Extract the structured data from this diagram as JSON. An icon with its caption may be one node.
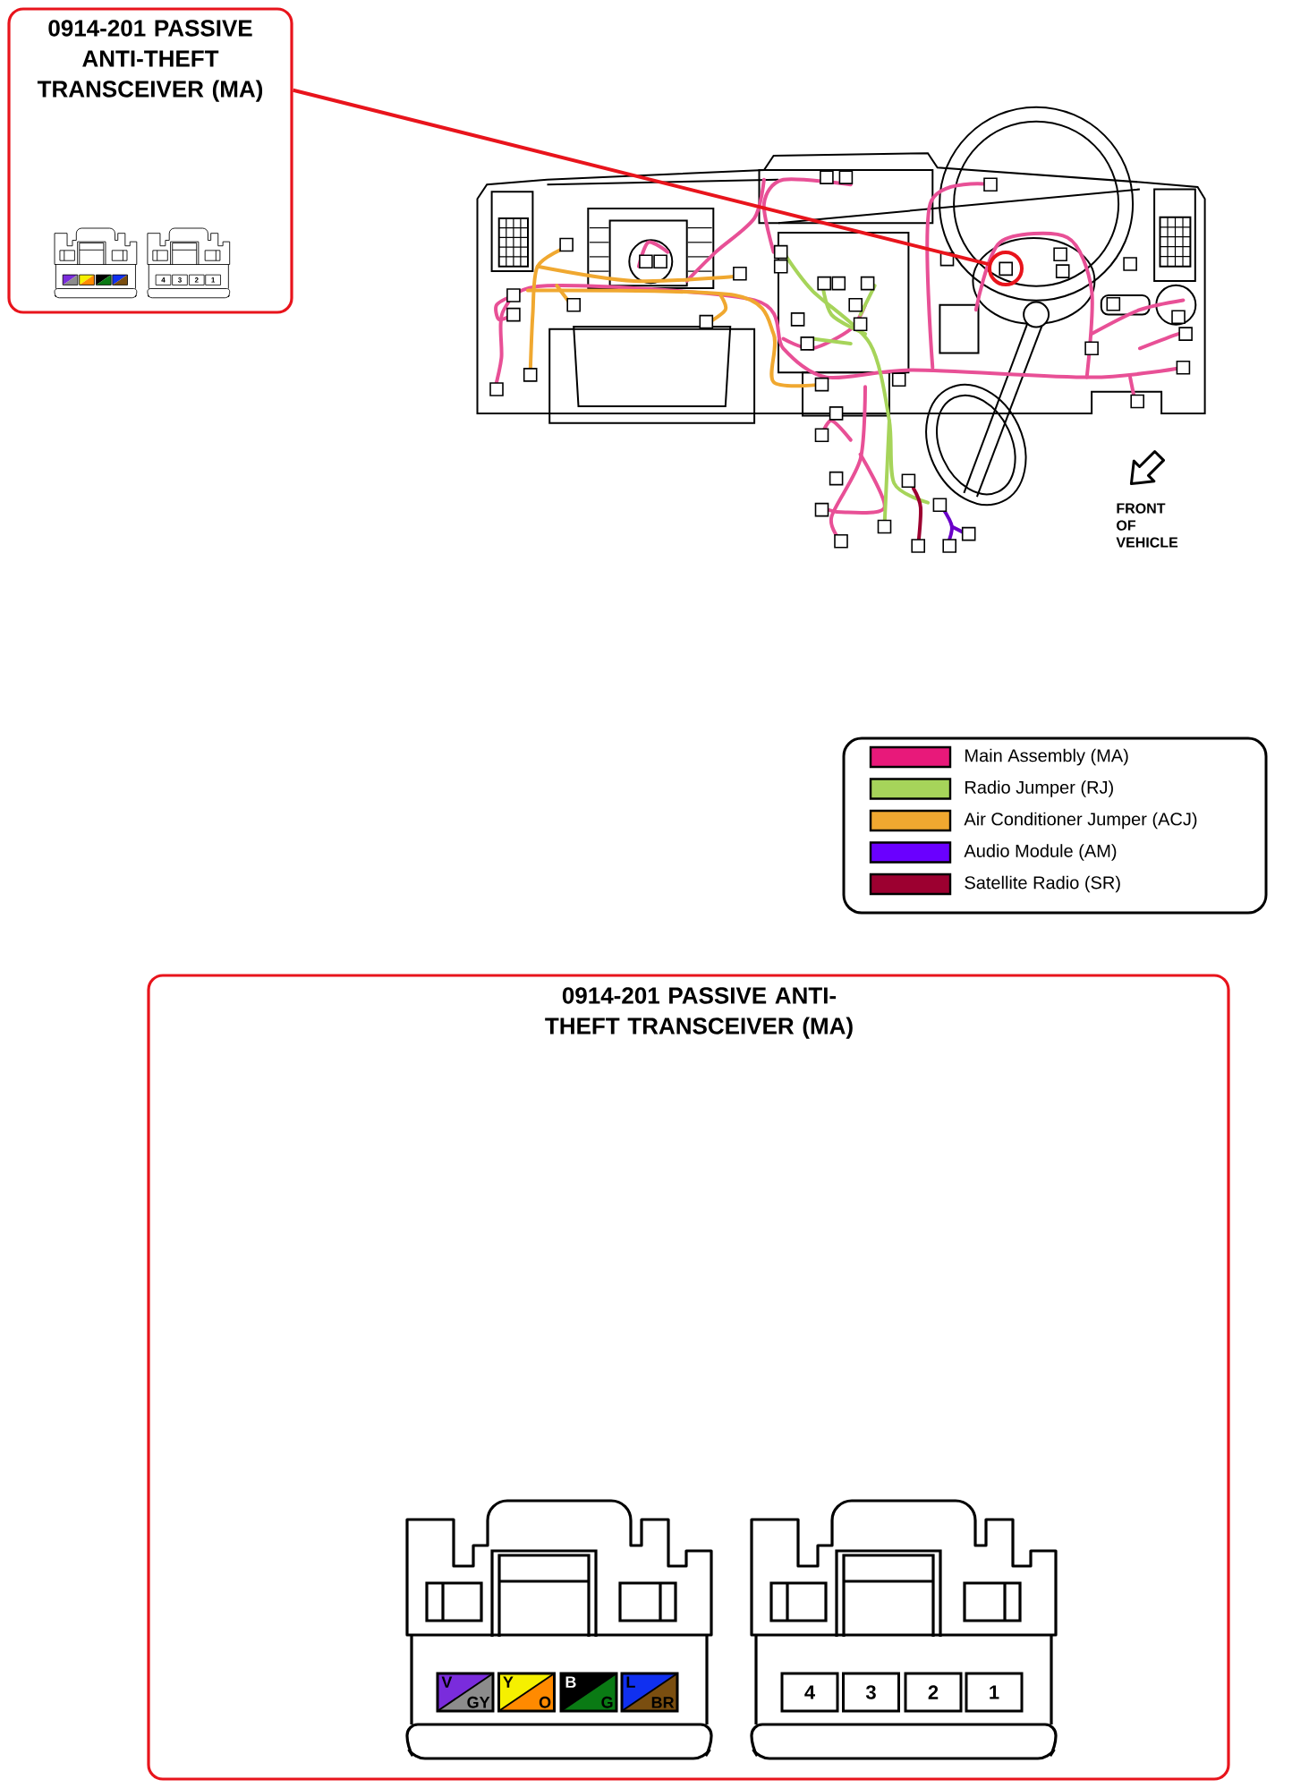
{
  "diagram": {
    "nodes": [
      {
        "text": [
          "0914-201 PASSIVE ANTI-THEFT TRANSCEIVER (MA)"
        ]
      },
      {
        "text": [],
        "shape": "circle"
      },
      {
        "text": [
          "0914-201 PASSIVE ANTI-THEFT TRANSCEIVER (MA)"
        ]
      },
      {
        "text": [
          "V",
          "GY"
        ],
        "in": 2
      },
      {
        "text": [
          "Y",
          "O"
        ],
        "in": 2
      },
      {
        "text": [
          "B",
          "G"
        ],
        "in": 2
      },
      {
        "text": [
          "L",
          "BR"
        ],
        "in": 2
      },
      {
        "text": [
          "4"
        ],
        "in": 2
      },
      {
        "text": [
          "3"
        ],
        "in": 2
      },
      {
        "text": [
          "2"
        ],
        "in": 2
      },
      {
        "text": [
          "1"
        ],
        "in": 2
      }
    ],
    "edges": [
      {
        "from": 0,
        "to": 1,
        "arrow": "none"
      }
    ],
    "labels": [
      "4",
      "3",
      "2",
      "1",
      "FRONT OF VEHICLE"
    ],
    "legend": [
      {
        "text": "Main Assembly (MA)",
        "color": "#e8197a"
      },
      {
        "text": "Radio Jumper (RJ)",
        "color": "#a6d45a"
      },
      {
        "text": "Air Conditioner Jumper   (ACJ)",
        "color": "#f0a830"
      },
      {
        "text": "Audio Module (AM)",
        "color": "#6a00ff"
      },
      {
        "text": "Satellite Radio (SR)",
        "color": "#9c0030"
      }
    ]
  }
}
